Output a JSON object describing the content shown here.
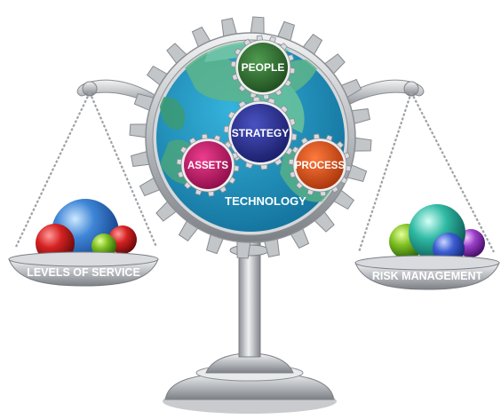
{
  "center_gear": {
    "people": "PEOPLE",
    "strategy": "STRATEGY",
    "assets": "ASSETS",
    "process": "PROCESS",
    "technology": "TECHNOLOGY"
  },
  "pans": {
    "left_label": "LEVELS OF SERVICE",
    "right_label": "RISK MANAGEMENT"
  },
  "colors": {
    "people": "#2f6a2f",
    "strategy": "#2b2f8f",
    "assets": "#c2166b",
    "process": "#e0521c",
    "gear_face": "#1f8fb8",
    "gear_metal": "#b9bcc0",
    "map": "#5fb58a",
    "pan": "#9a9ea3"
  }
}
